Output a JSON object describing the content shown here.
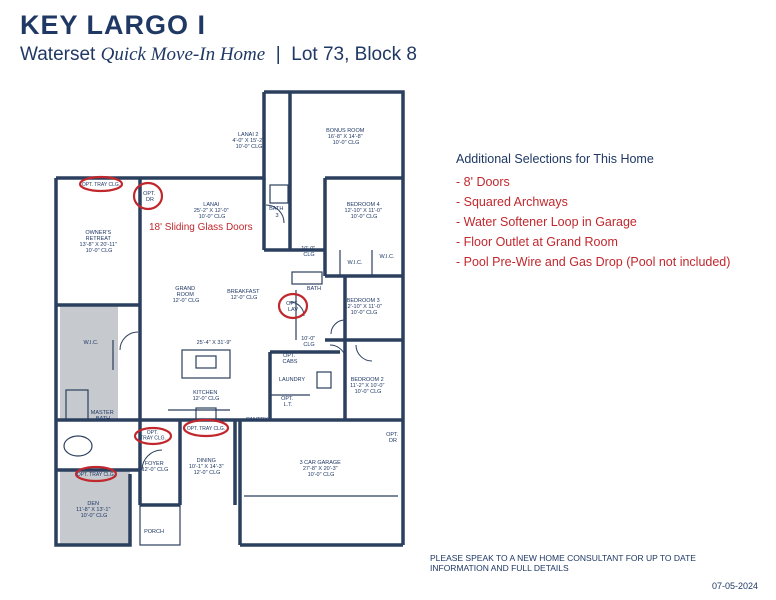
{
  "header": {
    "title": "KEY LARGO I",
    "community": "Waterset",
    "tagline": "Quick Move-In Home",
    "separator": "|",
    "lot": "Lot 73, Block 8"
  },
  "rooms": {
    "lanai2": [
      "LANAI 2",
      "4'-0\" X 15'-2\"",
      "10'-0\" CLG"
    ],
    "bonus": [
      "BONUS ROOM",
      "16'-8\" X 14'-8\"",
      "10'-0\" CLG"
    ],
    "lanai": [
      "LANAI",
      "25'-2\" X 12'-0\"",
      "10'-0\" CLG"
    ],
    "bath3": [
      "BATH",
      "3"
    ],
    "bedroom4": [
      "BEDROOM 4",
      "12'-10\" X 11'-0\"",
      "10'-0\" CLG"
    ],
    "owners": [
      "OWNER'S",
      "RETREAT",
      "13'-8\" X 20'-11\"",
      "10'-0\" CLG"
    ],
    "grand": [
      "GRAND",
      "ROOM",
      "12'-0\" CLG"
    ],
    "breakfast": [
      "BREAKFAST",
      "12'-0\" CLG"
    ],
    "hall_clg": [
      "10'-0\"",
      "CLG"
    ],
    "bath": [
      "BATH"
    ],
    "bedroom3": [
      "BEDROOM 3",
      "12'-10\" X 11'-0\"",
      "10'-0\" CLG"
    ],
    "wic": [
      "W.I.C."
    ],
    "wic2": [
      "W.I.C."
    ],
    "wic3": [
      "W.I.C."
    ],
    "overall": [
      "25'-4\" X 31'-9\""
    ],
    "hall2_clg": [
      "10'-0\"",
      "CLG"
    ],
    "kitchen": [
      "KITCHEN",
      "12'-0\" CLG"
    ],
    "laundry": [
      "LAUNDRY"
    ],
    "bedroom2": [
      "BEDROOM 2",
      "11'-2\" X 10'-0\"",
      "10'-0\" CLG"
    ],
    "master_bath": [
      "MASTER",
      "BATH"
    ],
    "foyer": [
      "FOYER",
      "12'-0\" CLG"
    ],
    "dining": [
      "DINING",
      "10'-1\" X 14'-3\"",
      "12'-0\" CLG"
    ],
    "garage": [
      "3 CAR GARAGE",
      "27'-8\" X 20'-3\"",
      "10'-0\" CLG"
    ],
    "den": [
      "DEN",
      "11'-8\" X 13'-1\"",
      "10'-0\" CLG"
    ],
    "porch": [
      "PORCH"
    ],
    "pantry": [
      "PANTRY"
    ],
    "opt_dr": [
      "OPT.",
      "DR"
    ],
    "opt_dr2": [
      "OPT.",
      "DR"
    ],
    "opt_cabs": [
      "OPT.",
      "CABS"
    ],
    "opt_lt": [
      "OPT.",
      "L.T."
    ],
    "opt_lav": [
      "OPT.",
      "LAV"
    ]
  },
  "tray_labels": {
    "owners": "OPT. TRAY CLG.",
    "foyer_l1": "OPT.",
    "foyer_l2": "TRAY CLG.",
    "dining": "OPT. TRAY CLG.",
    "den": "OPT. TRAY CLG."
  },
  "callout": "18' Sliding Glass Doors",
  "selections": {
    "heading": "Additional Selections for This Home",
    "items": [
      "- 8' Doors",
      "- Squared Archways",
      "- Water Softener Loop in Garage",
      "- Floor Outlet at Grand Room",
      "- Pool Pre-Wire and Gas Drop (Pool not included)"
    ]
  },
  "notice": "PLEASE SPEAK TO A NEW HOME CONSULTANT FOR UP TO DATE INFORMATION AND FULL DETAILS",
  "date": "07-05-2024",
  "colors": {
    "navy": "#1f3864",
    "wall": "#2b3f5e",
    "highlight": "#c0282d",
    "shade": "#c6c9ce"
  }
}
